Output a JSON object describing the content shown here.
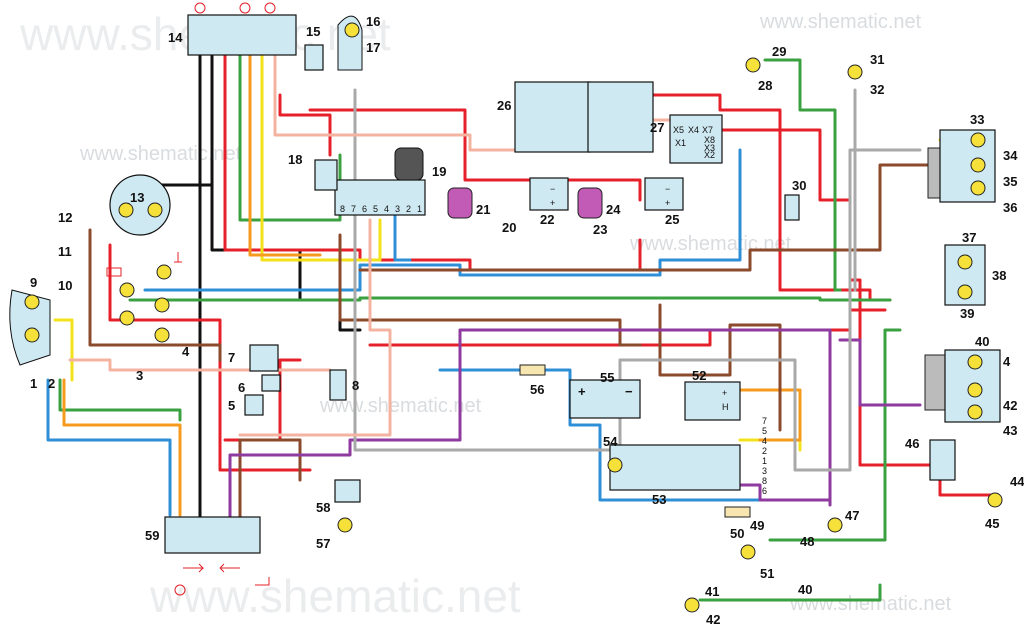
{
  "watermarks": {
    "top_left": "www.shematic.net",
    "top_right": "www.shematic.net",
    "mid": "www.shematic.net",
    "bottom": "www.shematic.net",
    "bottom_right": "www.shematic.net",
    "faint_upper": "www.shematic.net",
    "faint_center": "www.shematic.net"
  },
  "numbers": {
    "n1": "1",
    "n2": "2",
    "n3": "3",
    "n4": "4",
    "n5": "5",
    "n6": "6",
    "n7": "7",
    "n8": "8",
    "n9": "9",
    "n10": "10",
    "n11": "11",
    "n12": "12",
    "n13": "13",
    "n14": "14",
    "n15": "15",
    "n16": "16",
    "n17": "17",
    "n18": "18",
    "n19": "19",
    "n20": "20",
    "n21": "21",
    "n22": "22",
    "n23": "23",
    "n24": "24",
    "n25": "25",
    "n26": "26",
    "n27": "27",
    "n28": "28",
    "n29": "29",
    "n30": "30",
    "n31": "31",
    "n32": "32",
    "n33": "33",
    "n34": "34",
    "n35": "35",
    "n36": "36",
    "n37": "37",
    "n38": "38",
    "n39": "39",
    "n40": "40",
    "n40b": "40",
    "n41": "41",
    "n41b": "4",
    "n42": "42",
    "n42b": "42",
    "n43": "43",
    "n44": "44",
    "n45": "45",
    "n46": "46",
    "n47": "47",
    "n48": "48",
    "n49": "49",
    "n50": "50",
    "n51": "51",
    "n52": "52",
    "n53": "53",
    "n54": "54",
    "n55": "55",
    "n56": "56",
    "n57": "57",
    "n58": "58",
    "n59": "59"
  },
  "switch19_pins": [
    "8",
    "7",
    "6",
    "5",
    "4",
    "3",
    "2",
    "1"
  ],
  "block53_pins": [
    "7",
    "5",
    "4",
    "2",
    "1",
    "3",
    "8",
    "6"
  ],
  "regulator_labels": {
    "x5": "X5",
    "x4": "X4",
    "x7": "X7",
    "x8": "X8",
    "x1": "X1",
    "x3": "X3",
    "x2": "X2"
  },
  "generator_labels": {
    "plus": "+",
    "h": "H"
  },
  "battery_labels": {
    "plus": "+",
    "minus": "−"
  },
  "coil_labels_22": {
    "minus": "−",
    "plus": "+"
  },
  "coil_labels_25": {
    "minus": "−",
    "plus": "+"
  },
  "wire_colors": {
    "red": "#e5202a",
    "black": "#111111",
    "green": "#3aa040",
    "blue": "#2f8fd6",
    "yellow": "#f2e11b",
    "orange": "#f59a1c",
    "brown": "#8b4a2b",
    "purple": "#8e3a9e",
    "grey": "#a9a9a9",
    "pink": "#f3b3a0"
  },
  "component_color": "#cfe9f2",
  "lamp_color": "#f5e13a"
}
